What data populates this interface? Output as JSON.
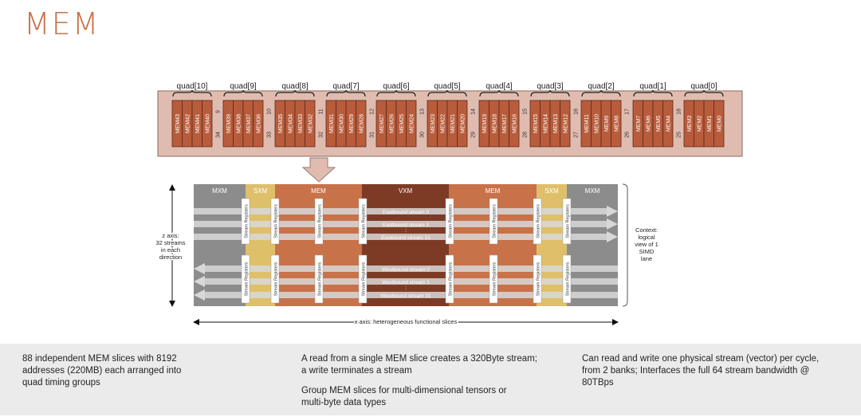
{
  "title": "MEM",
  "colors": {
    "accent": "#c8724a",
    "mem_box": "#b85c3c",
    "mem_outer": "#e0bcb0",
    "mxm": "#8c8c8c",
    "sxm": "#dfc06a",
    "mem_region": "#c8724a",
    "vxm": "#7d3b25"
  },
  "quads": [
    {
      "label": "quad[10]",
      "mems": [
        "MEM43",
        "MEM42",
        "MEM41",
        "MEM40"
      ],
      "sep": "34"
    },
    {
      "label": "quad[9]",
      "mems": [
        "MEM39",
        "MEM38",
        "MEM37",
        "MEM36"
      ],
      "sep": "33"
    },
    {
      "label": "quad[8]",
      "mems": [
        "MEM35",
        "MEM34",
        "MEM33",
        "MEM32"
      ],
      "sep": "32"
    },
    {
      "label": "quad[7]",
      "mems": [
        "MEM31",
        "MEM30",
        "MEM29",
        "MEM28"
      ],
      "sep": "31"
    },
    {
      "label": "quad[6]",
      "mems": [
        "MEM27",
        "MEM26",
        "MEM25",
        "MEM24"
      ],
      "sep": "30"
    },
    {
      "label": "quad[5]",
      "mems": [
        "MEM23",
        "MEM22",
        "MEM21",
        "MEM20"
      ],
      "sep": "29"
    },
    {
      "label": "quad[4]",
      "mems": [
        "MEM19",
        "MEM18",
        "MEM17",
        "MEM16"
      ],
      "sep": "28"
    },
    {
      "label": "quad[3]",
      "mems": [
        "MEM15",
        "MEM14",
        "MEM13",
        "MEM12"
      ],
      "sep": "27"
    },
    {
      "label": "quad[2]",
      "mems": [
        "MEM11",
        "MEM10",
        "MEM9",
        "MEM8"
      ],
      "sep": "26"
    },
    {
      "label": "quad[1]",
      "mems": [
        "MEM7",
        "MEM6",
        "MEM5",
        "MEM4"
      ],
      "sep": "25"
    },
    {
      "label": "quad[0]",
      "mems": [
        "MEM3",
        "MEM2",
        "MEM1",
        "MEM0"
      ],
      "sep": null
    }
  ],
  "upper_separators": [
    "9",
    "10",
    "11",
    "12",
    "13",
    "14",
    "15",
    "16",
    "17",
    "18"
  ],
  "slices": [
    "MXM",
    "SXM",
    "MEM",
    "VXM",
    "MEM",
    "SXM",
    "MXM"
  ],
  "stream_register_label": "Stream Registers",
  "eastbound": [
    "Eastbound stream 0",
    "Eastbound stream 1",
    "Eastbound stream 31"
  ],
  "westbound": [
    "Westbound stream 0",
    "Westbound stream 1",
    "Westbound stream 31"
  ],
  "ellipsis": ":",
  "z_axis": [
    "z axis:",
    "32 streams",
    "in each",
    "direction"
  ],
  "context": [
    "Context:",
    "logical",
    "view of 1",
    "SIMD",
    "lane"
  ],
  "x_axis": "x axis: heterogeneous functional slices",
  "footer": {
    "col1": [
      "88 independent MEM slices with 8192",
      "addresses (220MB) each arranged into",
      "quad timing groups"
    ],
    "col2_p1": [
      "A read from a single MEM slice creates a 320Byte stream;",
      "a write terminates a stream"
    ],
    "col2_p2": [
      "Group MEM slices for multi-dimensional tensors or",
      "multi-byte data types"
    ],
    "col3": [
      "Can read and write one physical stream (vector) per cycle,",
      "from 2 banks; Interfaces the full 64 stream bandwidth @",
      "80TBps"
    ]
  }
}
